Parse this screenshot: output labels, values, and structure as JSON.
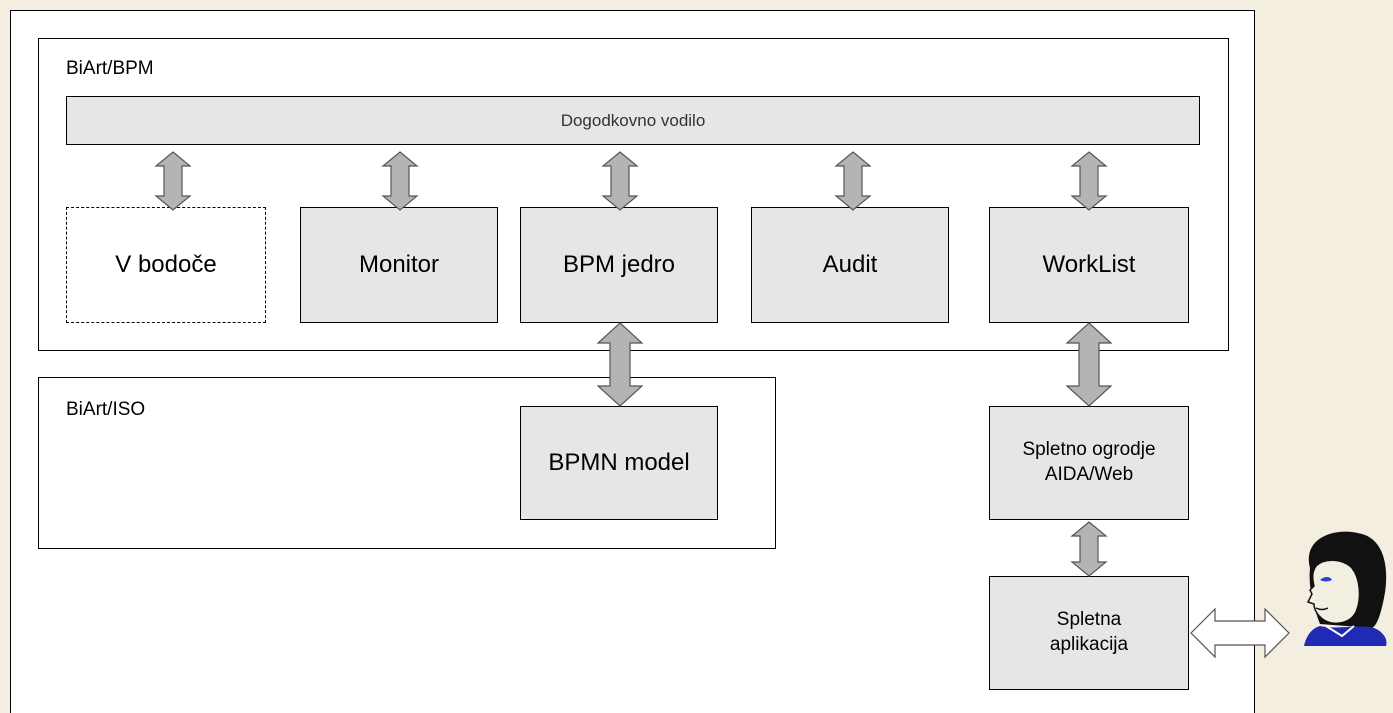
{
  "diagram": {
    "biart_bpm": {
      "title": "BiArt/BPM"
    },
    "bus": {
      "label": "Dogodkovno vodilo"
    },
    "components": {
      "future": "V bodoče",
      "monitor": "Monitor",
      "bpm_core": "BPM jedro",
      "audit": "Audit",
      "worklist": "WorkList"
    },
    "biart_iso": {
      "title": "BiArt/ISO"
    },
    "bpmn_model": "BPMN model",
    "web_framework": {
      "line1": "Spletno ogrodje",
      "line2": "AIDA/Web"
    },
    "web_app": {
      "line1": "Spletna",
      "line2": "aplikacija"
    }
  },
  "colors": {
    "box_fill": "#e6e6e6",
    "arrow_fill": "#b4b4b4",
    "background": "#f3eedf"
  }
}
